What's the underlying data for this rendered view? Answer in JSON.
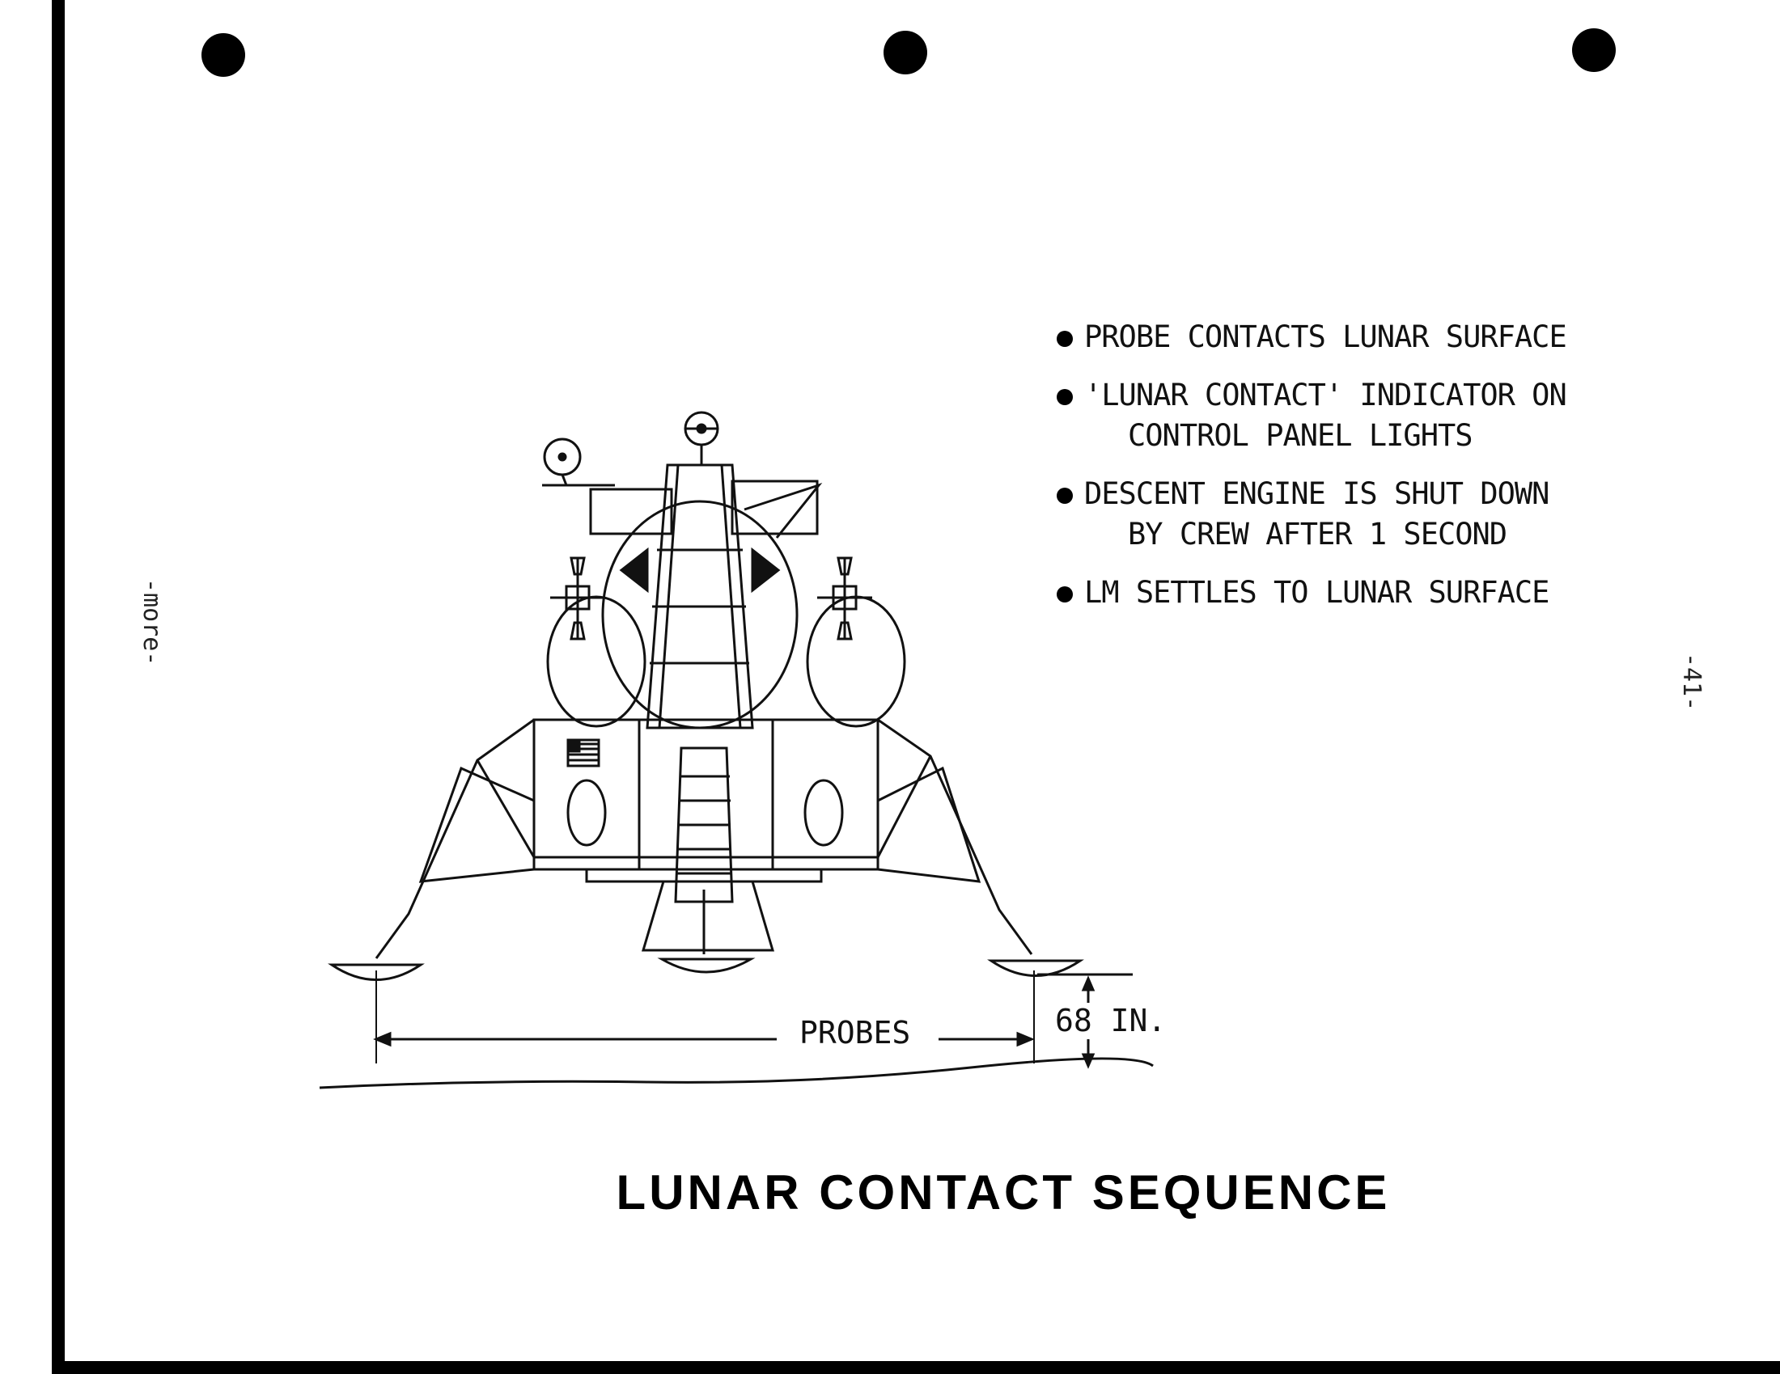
{
  "bullets": [
    {
      "line1": "PROBE CONTACTS LUNAR SURFACE",
      "line2": ""
    },
    {
      "line1": "'LUNAR CONTACT' INDICATOR ON",
      "line2": "CONTROL PANEL LIGHTS"
    },
    {
      "line1": "DESCENT ENGINE IS SHUT DOWN",
      "line2": "BY CREW AFTER 1 SECOND"
    },
    {
      "line1": "LM SETTLES TO LUNAR SURFACE",
      "line2": ""
    }
  ],
  "labels": {
    "probes": "PROBES",
    "height": "68 IN."
  },
  "caption": "LUNAR CONTACT SEQUENCE",
  "margin_notes": {
    "more": "-more-",
    "page": "-41-"
  }
}
